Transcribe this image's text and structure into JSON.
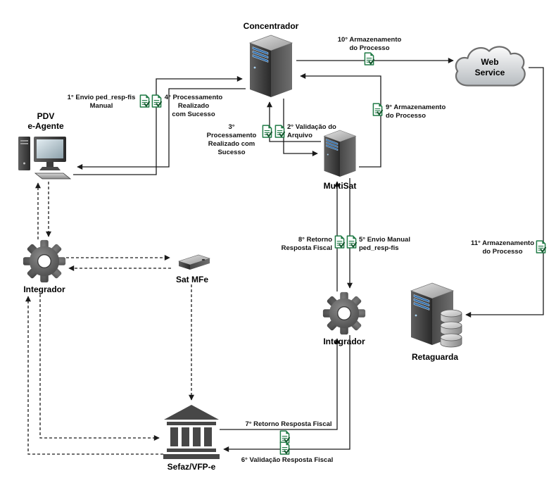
{
  "nodes": {
    "concentrador": "Concentrador",
    "web_service": "Web\nService",
    "pdv": "PDV\ne-Agente",
    "multisat": "MultiSat",
    "integrador_left": "Integrador",
    "sat_mfe": "Sat MFe",
    "integrador_right": "Integrador",
    "retaguarda": "Retaguarda",
    "sefaz": "Sefaz/VFP-e"
  },
  "steps": {
    "step1": "1° Envio ped_resp-fis\nManual",
    "step2": "2° Validação do\nArquivo",
    "step3": "3° Processamento\nRealizado com\nSucesso",
    "step4": "4° Processamento\nRealizado\ncom Sucesso",
    "step5": "5° Envio Manual\nped_resp-fis",
    "step6": "6° Validação Resposta Fiscal",
    "step7": "7° Retorno Resposta Fiscal",
    "step8": "8° Retorno\nResposta Fiscal",
    "step9": "9° Armazenamento\ndo Processo",
    "step10": "10° Armazenamento\ndo Processo",
    "step11": "11° Armazenamento\ndo Processo"
  },
  "icons": {
    "server": "server-tower-icon",
    "computer": "desktop-pc-icon",
    "gear": "gear-icon",
    "cloud": "cloud-icon",
    "bank": "bank-building-icon",
    "device": "sat-device-icon",
    "database": "database-server-icon",
    "document": "green-document-check-icon"
  },
  "colors": {
    "line": "#1a1a1a",
    "server_slot_blue": "#3570ab",
    "doc_green": "#1f7a45",
    "icon_dark_gray": "#474747"
  }
}
